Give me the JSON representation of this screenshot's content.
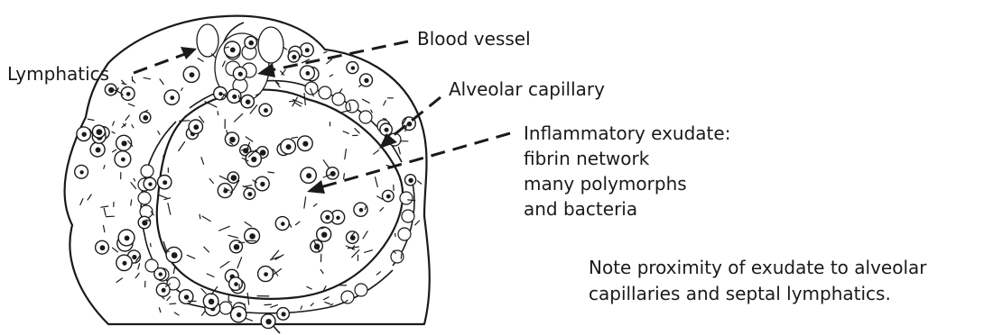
{
  "labels": {
    "lymphatics": "Lymphatics",
    "blood_vessel": "Blood vessel",
    "alveolar_capillary": "Alveolar capillary",
    "exudate_line1": "Inflammatory exudate:",
    "exudate_line2": "fibrin network",
    "exudate_line3": "many polymorphs",
    "exudate_line4": "and bacteria",
    "note_line1": "Note proximity of exudate to alveolar",
    "note_line2": "capillaries and septal lymphatics."
  },
  "colors": {
    "ink": "#1a1a1a",
    "background": "#ffffff"
  }
}
